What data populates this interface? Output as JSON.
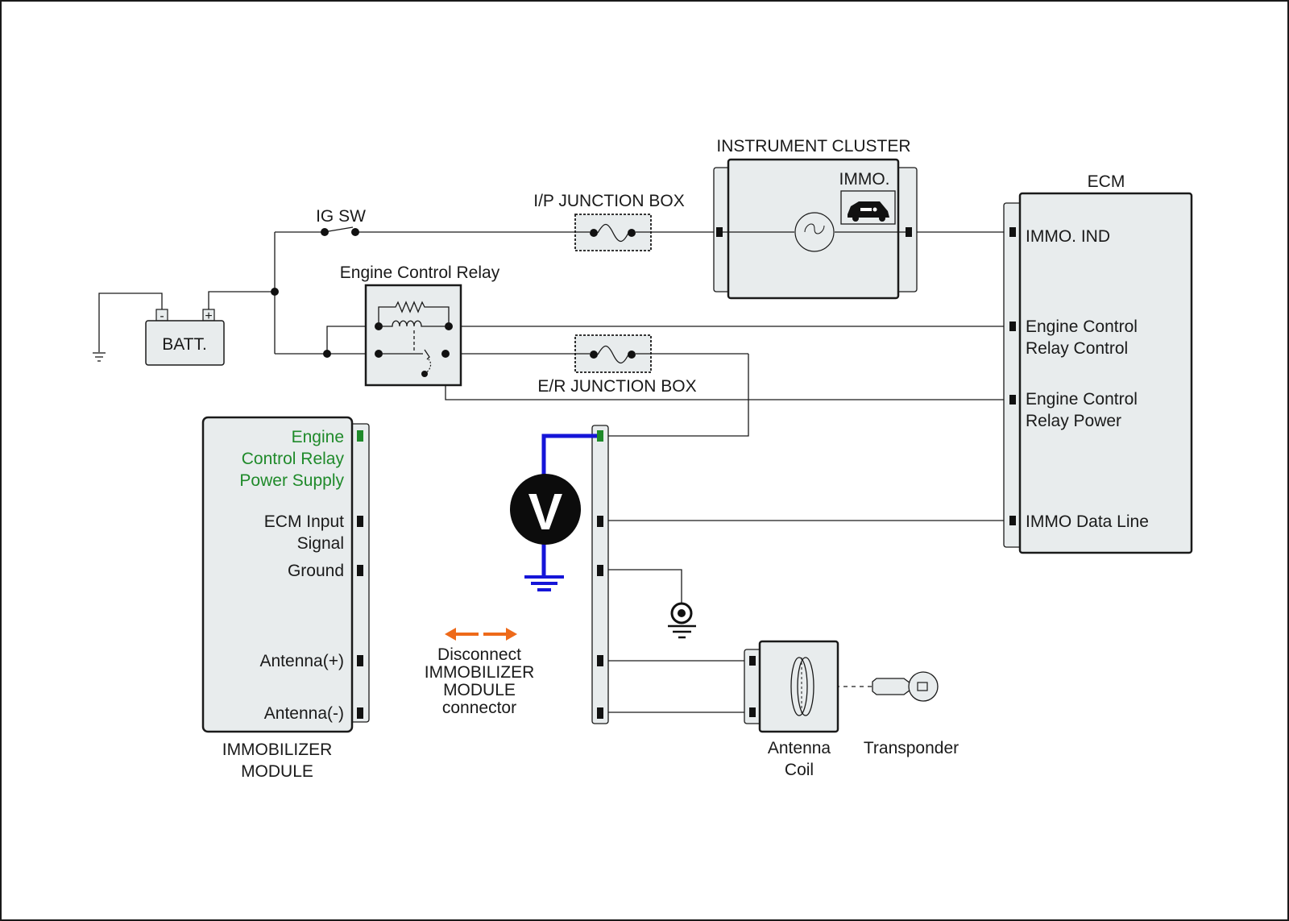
{
  "labels": {
    "ig_sw": "IG SW",
    "ip_junction_box": "I/P JUNCTION BOX",
    "instrument_cluster": "INSTRUMENT CLUSTER",
    "immo_indicator": "IMMO.",
    "ecm": "ECM",
    "battery": "BATT.",
    "battery_negative": "-",
    "battery_positive": "+",
    "engine_control_relay": "Engine Control Relay",
    "er_junction_box": "E/R JUNCTION BOX",
    "immobilizer_module": [
      "IMMOBILIZER",
      "MODULE"
    ],
    "antenna_coil": [
      "Antenna",
      "Coil"
    ],
    "transponder": "Transponder",
    "voltmeter": "V",
    "disconnect_note": [
      "Disconnect",
      "IMMOBILIZER",
      "MODULE",
      "connector"
    ]
  },
  "ecm_pins": {
    "immo_ind": "IMMO. IND",
    "relay_control": [
      "Engine Control",
      "Relay Control"
    ],
    "relay_power": [
      "Engine Control",
      "Relay Power"
    ],
    "immo_data_line": "IMMO Data Line"
  },
  "immobilizer_pins": {
    "relay_power_supply": [
      "Engine",
      "Control Relay",
      "Power Supply"
    ],
    "ecm_input": [
      "ECM Input",
      "Signal"
    ],
    "ground": "Ground",
    "antenna_pos": "Antenna(+)",
    "antenna_neg": "Antenna(-)"
  },
  "colors": {
    "highlight_pin": "#1f8a2a",
    "meter_lead": "#1515d8",
    "disconnect_arrow": "#ee6a1a"
  }
}
